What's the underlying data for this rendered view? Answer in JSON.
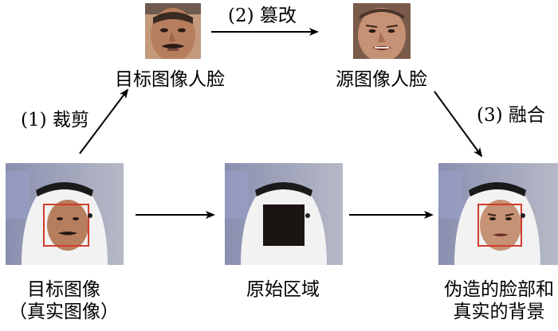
{
  "labels": {
    "target_face": "目标图像人脸",
    "source_face": "源图像人脸",
    "target_image_line1": "目标图像",
    "target_image_line2": "（真实图像）",
    "original_region": "原始区域",
    "forged_line1": "伪造的脸部和",
    "forged_line2": "真实的背景"
  },
  "steps": {
    "crop": "(1) 裁剪",
    "tamper": "(2) 篡改",
    "fuse": "(3) 融合"
  },
  "colors": {
    "arrow": "#000000",
    "face_box": "#d23c2c",
    "masked_region": "#1a1412",
    "background_left": "#8a8fb0",
    "background_right": "#b6b9c6",
    "headscarf": "#f2f2f2",
    "skin_target": "#b77e5e",
    "skin_source": "#c69275"
  }
}
